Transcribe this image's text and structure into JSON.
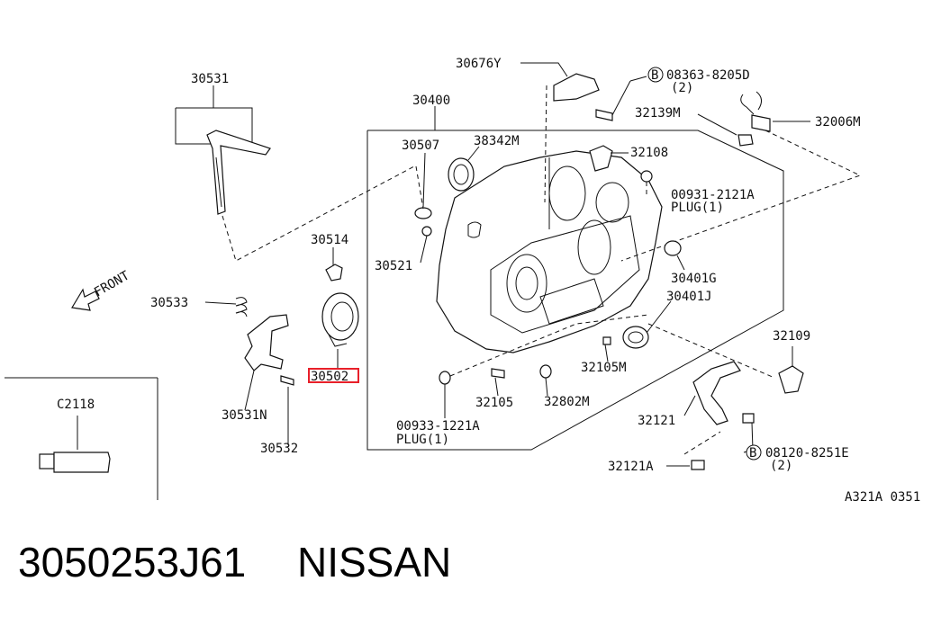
{
  "labels": {
    "p30531": "30531",
    "p30400": "30400",
    "p30676Y": "30676Y",
    "b1_code": "08363-8205D",
    "b1_qty": "(2)",
    "bolt_symbol": "B",
    "p32139M": "32139M",
    "p32006M": "32006M",
    "p30507": "30507",
    "p38342M": "38342M",
    "p32108": "32108",
    "plug1_code": "00931-2121A",
    "plug1_name": "PLUG(1)",
    "p30514": "30514",
    "p30521": "30521",
    "front": "FRONT",
    "p30533": "30533",
    "p30401G": "30401G",
    "p30401J": "30401J",
    "p32109": "32109",
    "p30502": "30502",
    "p32105M": "32105M",
    "p30531N": "30531N",
    "p32105": "32105",
    "p32802M": "32802M",
    "p32121": "32121",
    "p30532": "30532",
    "plug2_code": "00933-1221A",
    "plug2_name": "PLUG(1)",
    "b2_code": "08120-8251E",
    "b2_qty": "(2)",
    "p32121A": "32121A",
    "pC2118": "C2118",
    "ref": "A321A 0351"
  },
  "footer": {
    "part_number": "3050253J61",
    "brand": "NISSAN"
  },
  "colors": {
    "highlight": "#e8202a",
    "line": "#111111"
  }
}
